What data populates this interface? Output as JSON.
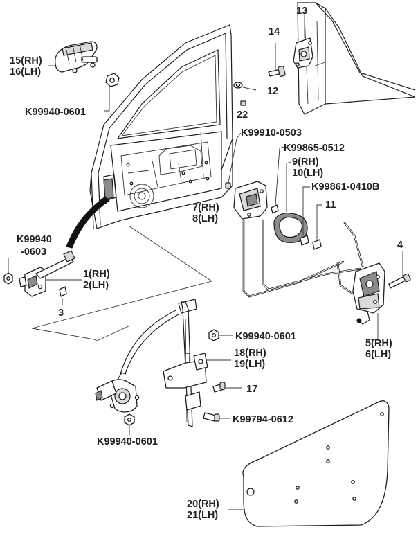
{
  "callouts": {
    "c13": "13",
    "c14": "14",
    "c15": "15(RH)",
    "c16": "16(LH)",
    "c12": "12",
    "c22": "22",
    "nut_a": "K99940-0601",
    "k99910": "K99910-0503",
    "k99865": "K99865-0512",
    "c9": "9(RH)",
    "c10": "10(LH)",
    "k99861": "K99861-0410B",
    "c11": "11",
    "c7": "7(RH)",
    "c8": "8(LH)",
    "nut_b1": "K99940",
    "nut_b2": "-0603",
    "c1": "1(RH)",
    "c2": "2(LH)",
    "c3": "3",
    "c4": "4",
    "c5": "5(RH)",
    "c6": "6(LH)",
    "nut_c": "K99940-0601",
    "c18": "18(RH)",
    "c19": "19(LH)",
    "c17": "17",
    "k99794": "K99794-0612",
    "nut_d": "K99940-0601",
    "c20": "20(RH)",
    "c21": "21(LH)"
  },
  "colors": {
    "ink": "#1e1e1e",
    "fill_light": "#d9d9d9",
    "fill_dark": "#8c8c8c",
    "background": "#ffffff"
  }
}
